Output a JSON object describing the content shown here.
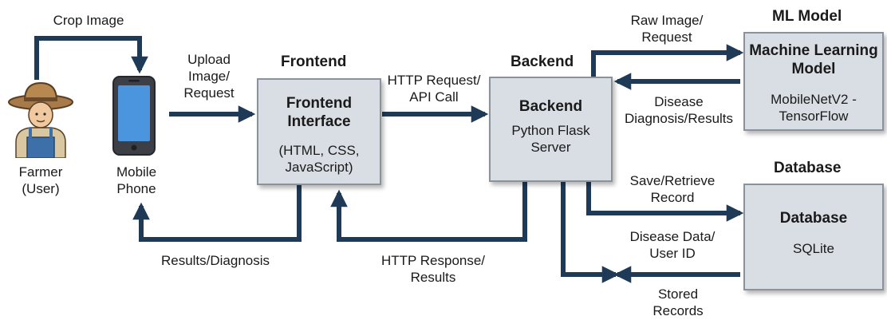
{
  "actors": {
    "farmer": [
      "Farmer",
      "(User)"
    ],
    "phone": [
      "Mobile",
      "Phone"
    ]
  },
  "headers": {
    "frontend": "Frontend",
    "backend": "Backend",
    "ml": "ML Model",
    "database": "Database"
  },
  "boxes": {
    "frontend": {
      "title": [
        "Frontend",
        "Interface"
      ],
      "sub": [
        "(HTML, CSS,",
        "JavaScript)"
      ]
    },
    "backend": {
      "title": [
        "Backend"
      ],
      "sub": [
        "Python Flask",
        "Server"
      ]
    },
    "ml": {
      "title": [
        "Machine Learning",
        "Model"
      ],
      "sub": [
        "MobileNetV2 -",
        "TensorFlow"
      ]
    },
    "database": {
      "title": [
        "Database"
      ],
      "sub": [
        "SQLite"
      ]
    }
  },
  "labels": {
    "crop_image": [
      "Crop Image"
    ],
    "upload": [
      "Upload",
      "Image/",
      "Request"
    ],
    "http_request": [
      "HTTP Request/",
      "API Call"
    ],
    "raw_image": [
      "Raw Image/",
      "Request"
    ],
    "disease_diagnosis": [
      "Disease",
      "Diagnosis/Results"
    ],
    "save_retrieve": [
      "Save/Retrieve",
      "Record"
    ],
    "disease_data": [
      "Disease Data/",
      "User ID"
    ],
    "stored_records": [
      "Stored",
      "Records"
    ],
    "results_diagnosis": [
      "Results/Diagnosis"
    ],
    "http_response": [
      "HTTP Response/",
      "Results"
    ]
  },
  "colors": {
    "arrow": "#1f3a57",
    "box_fill": "#d9dee4",
    "box_border": "#8a939c"
  }
}
